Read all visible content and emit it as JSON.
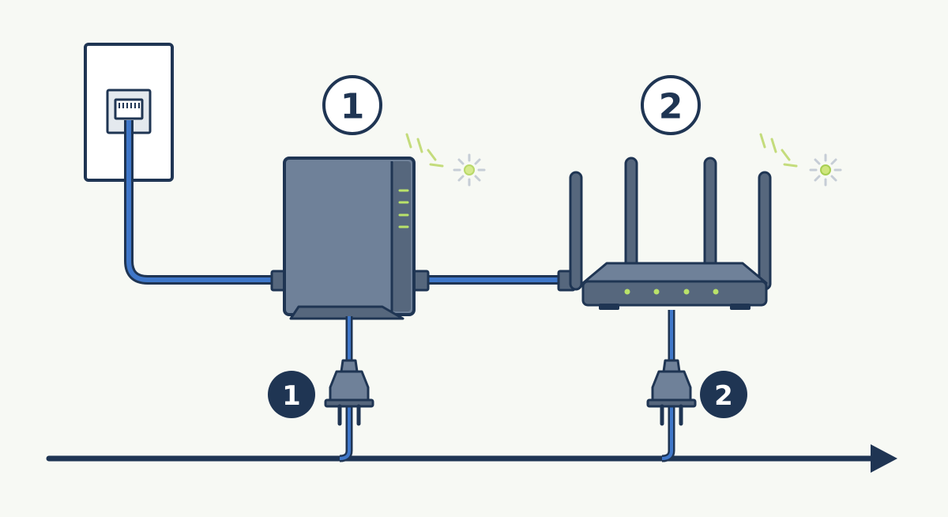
{
  "steps": [
    {
      "label": "1",
      "badge": "1"
    },
    {
      "label": "2",
      "badge": "2"
    }
  ],
  "colors": {
    "background": "#f7f9f4",
    "outline": "#1f3553",
    "cable": "#3f77c9",
    "device": "#6f8199",
    "device_dark": "#56677d",
    "led": "#b9e26a",
    "badge_fill": "#1f3553",
    "badge_text": "#ffffff"
  },
  "icons": {
    "wall_jack": "ethernet-wall-jack-icon",
    "modem": "modem-icon",
    "router": "router-icon",
    "plug": "power-plug-icon",
    "power_line": "power-arrow-icon"
  }
}
